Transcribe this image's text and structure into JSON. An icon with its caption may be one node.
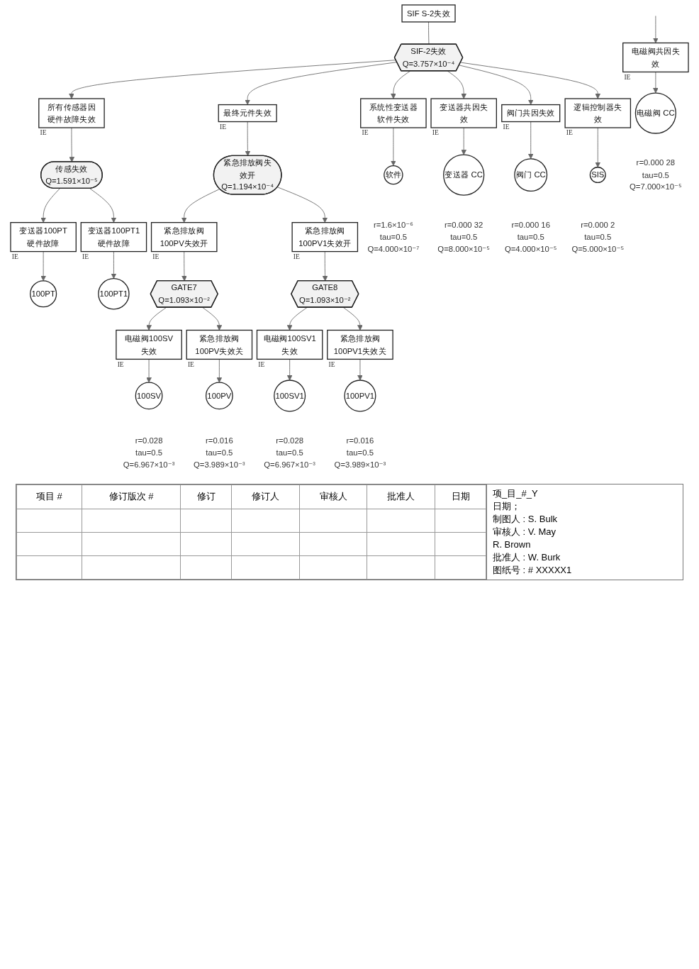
{
  "diagram": {
    "nodes": [
      {
        "text": [
          "SIF S-2失效"
        ]
      },
      {
        "text": [
          "SIF-2失效",
          "Q=3.757×10⁻⁴"
        ]
      },
      {
        "text": [
          "所有传感器因硬件故障失效"
        ],
        "beside": [
          "IE"
        ]
      },
      {
        "text": [
          "最终元件失效"
        ],
        "beside": [
          "IE"
        ]
      },
      {
        "text": [
          "系统性变送器软件失效"
        ],
        "beside": [
          "IE"
        ]
      },
      {
        "text": [
          "变送器共因失效"
        ],
        "beside": [
          "IE"
        ]
      },
      {
        "text": [
          "阀门共因失效"
        ],
        "beside": [
          "IE"
        ]
      },
      {
        "text": [
          "逻辑控制器失效"
        ],
        "beside": [
          "IE"
        ]
      },
      {
        "text": [
          "电磁阀共因失效"
        ],
        "beside": [
          "IE"
        ]
      },
      {
        "text": [
          "传感失效",
          "Q=1.591×10⁻⁵"
        ]
      },
      {
        "text": [
          "紧急排放阀失效开",
          "Q=1.194×10⁻⁴"
        ]
      },
      {
        "text": [
          "软件"
        ],
        "beside": [
          "r=1.6×10⁻⁶",
          "tau=0.5",
          "Q=4.000×10⁻⁷"
        ]
      },
      {
        "text": [
          "变送器 CC"
        ],
        "beside": [
          "r=0.000 32",
          "tau=0.5",
          "Q=8.000×10⁻⁵"
        ]
      },
      {
        "text": [
          "阀门 CC"
        ],
        "beside": [
          "r=0.000 16",
          "tau=0.5",
          "Q=4.000×10⁻⁵"
        ]
      },
      {
        "text": [
          "SIS"
        ],
        "beside": [
          "r=0.000 2",
          "tau=0.5",
          "Q=5.000×10⁻⁵"
        ]
      },
      {
        "text": [
          "电磁阀 CC"
        ],
        "beside": [
          "r=0.000 28",
          "tau=0.5",
          "Q=7.000×10⁻⁵"
        ]
      },
      {
        "text": [
          "变送器100PT硬件故障"
        ],
        "beside": [
          "IE"
        ]
      },
      {
        "text": [
          "变送器100PT1硬件故障"
        ],
        "beside": [
          "IE"
        ]
      },
      {
        "text": [
          "紧急排放阀100PV失效开"
        ],
        "beside": [
          "IE"
        ]
      },
      {
        "text": [
          "紧急排放阀100PV1失效开"
        ],
        "beside": [
          "IE"
        ]
      },
      {
        "text": [
          "100PT"
        ]
      },
      {
        "text": [
          "100PT1"
        ]
      },
      {
        "text": [
          "GATE7",
          "Q=1.093×10⁻²"
        ]
      },
      {
        "text": [
          "GATE8",
          "Q=1.093×10⁻²"
        ]
      },
      {
        "text": [
          "电磁阀100SV失效"
        ],
        "beside": [
          "IE"
        ]
      },
      {
        "text": [
          "紧急排放阀100PV失效关"
        ],
        "beside": [
          "IE"
        ]
      },
      {
        "text": [
          "电磁阀100SV1失效"
        ],
        "beside": [
          "IE"
        ]
      },
      {
        "text": [
          "紧急排放阀100PV1失效关"
        ],
        "beside": [
          "IE"
        ]
      },
      {
        "text": [
          "100SV"
        ],
        "beside": [
          "r=0.028",
          "tau=0.5",
          "Q=6.967×10⁻³"
        ]
      },
      {
        "text": [
          "100PV"
        ],
        "beside": [
          "r=0.016",
          "tau=0.5",
          "Q=3.989×10⁻³"
        ]
      },
      {
        "text": [
          "100SV1"
        ],
        "beside": [
          "r=0.028",
          "tau=0.5",
          "Q=6.967×10⁻³"
        ]
      },
      {
        "text": [
          "100PV1"
        ],
        "beside": [
          "r=0.016",
          "tau=0.5",
          "Q=3.989×10⁻³"
        ]
      }
    ],
    "edges": [
      {
        "from": 0,
        "to": 1,
        "arrow": "none"
      },
      {
        "from": 1,
        "to": 2,
        "arrow": "to"
      },
      {
        "from": 1,
        "to": 3,
        "arrow": "to"
      },
      {
        "from": 1,
        "to": 4,
        "arrow": "to"
      },
      {
        "from": 1,
        "to": 5,
        "arrow": "to"
      },
      {
        "from": 1,
        "to": 6,
        "arrow": "to"
      },
      {
        "from": 1,
        "to": 7,
        "arrow": "to"
      },
      {
        "from": null,
        "to": 8,
        "arrow": "to"
      },
      {
        "from": 2,
        "to": 9,
        "arrow": "to"
      },
      {
        "from": 3,
        "to": 10,
        "arrow": "to"
      },
      {
        "from": 4,
        "to": 11,
        "arrow": "to"
      },
      {
        "from": 5,
        "to": 12,
        "arrow": "to"
      },
      {
        "from": 6,
        "to": 13,
        "arrow": "to"
      },
      {
        "from": 7,
        "to": 14,
        "arrow": "to"
      },
      {
        "from": 8,
        "to": 15,
        "arrow": "to"
      },
      {
        "from": 9,
        "to": 16,
        "arrow": "to"
      },
      {
        "from": 9,
        "to": 17,
        "arrow": "to"
      },
      {
        "from": 10,
        "to": 18,
        "arrow": "to"
      },
      {
        "from": 10,
        "to": 19,
        "arrow": "to"
      },
      {
        "from": 16,
        "to": 20,
        "arrow": "to"
      },
      {
        "from": 17,
        "to": 21,
        "arrow": "to"
      },
      {
        "from": 18,
        "to": 22,
        "arrow": "to"
      },
      {
        "from": 19,
        "to": 23,
        "arrow": "to"
      },
      {
        "from": 22,
        "to": 24,
        "arrow": "to"
      },
      {
        "from": 22,
        "to": 25,
        "arrow": "to"
      },
      {
        "from": 23,
        "to": 26,
        "arrow": "to"
      },
      {
        "from": 23,
        "to": 27,
        "arrow": "to"
      },
      {
        "from": 24,
        "to": 28,
        "arrow": "to"
      },
      {
        "from": 25,
        "to": 29,
        "arrow": "to"
      },
      {
        "from": 26,
        "to": 30,
        "arrow": "to"
      },
      {
        "from": 27,
        "to": 31,
        "arrow": "to"
      }
    ],
    "labels": [
      "项目 #",
      "修订版次 #",
      "修订",
      "修订人",
      "审核人",
      "批准人",
      "日期",
      "项_目_#_Y",
      "日期；",
      "制图人 : S. Bulk",
      "审核人 : V. May",
      "R. Brown",
      "批准人 : W. Burk",
      "图纸号 : # XXXXX1"
    ]
  }
}
